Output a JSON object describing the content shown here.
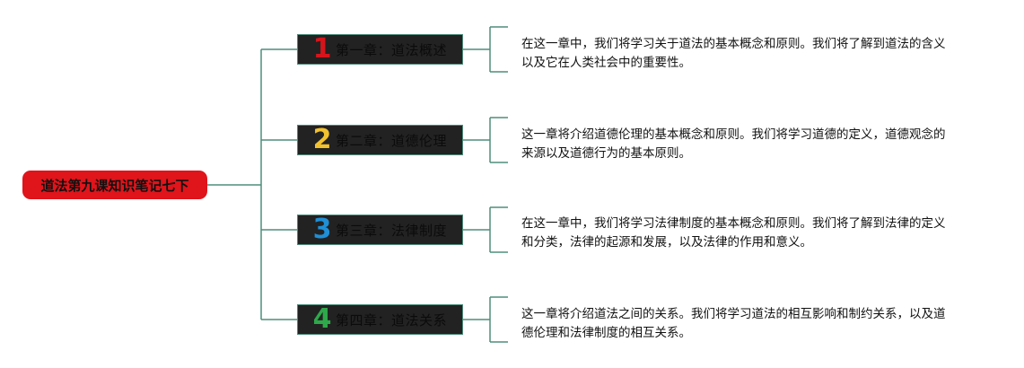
{
  "root": {
    "label": "道法第九课知识笔记七下",
    "color": "#e0141b"
  },
  "line_color": "#4f8d7b",
  "chapters": [
    {
      "number": "1",
      "number_color": "#d7141b",
      "title": "第一章：道法概述",
      "desc_lines": [
        "在这一章中，我们将学习关于道法的基本概念和原则。我们将了解到道法的含义",
        "以及它在人类社会中的重要性。"
      ]
    },
    {
      "number": "2",
      "number_color": "#f2c12e",
      "title": "第二章：道德伦理",
      "desc_lines": [
        "这一章将介绍道德伦理的基本概念和原则。我们将学习道德的定义，道德观念的",
        "来源以及道德行为的基本原则。"
      ]
    },
    {
      "number": "3",
      "number_color": "#1f8fd6",
      "title": "第三章：法律制度",
      "desc_lines": [
        "在这一章中，我们将学习法律制度的基本概念和原则。我们将了解到法律的定义",
        "和分类，法律的起源和发展，以及法律的作用和意义。"
      ]
    },
    {
      "number": "4",
      "number_color": "#2ea84a",
      "title": "第四章：道法关系",
      "desc_lines": [
        "这一章将介绍道法之间的关系。我们将学习道法的相互影响和制约关系，以及道",
        "德伦理和法律制度的相互关系。"
      ]
    }
  ]
}
